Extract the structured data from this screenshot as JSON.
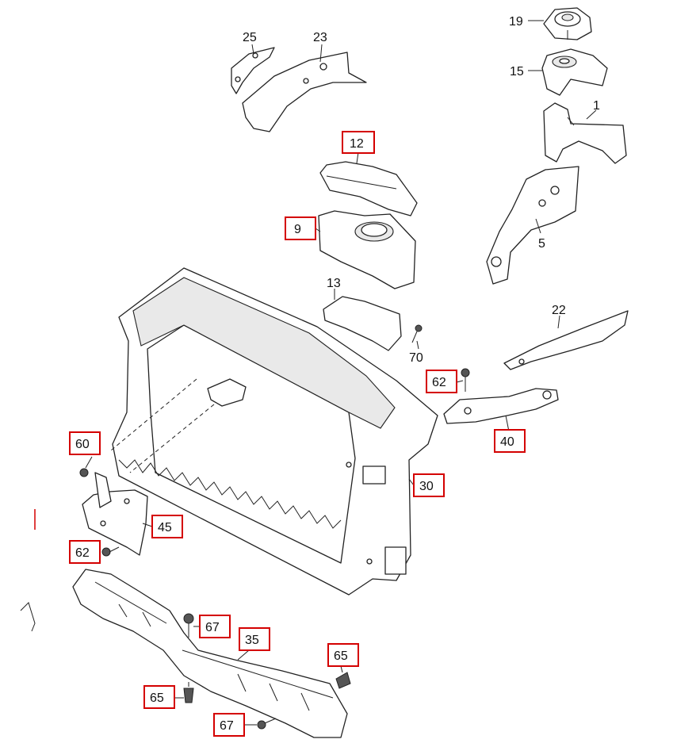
{
  "diagram": {
    "callouts": [
      {
        "id": "1",
        "label": "1",
        "boxed": false
      },
      {
        "id": "5",
        "label": "5",
        "boxed": false
      },
      {
        "id": "9",
        "label": "9",
        "boxed": true
      },
      {
        "id": "12",
        "label": "12",
        "boxed": true
      },
      {
        "id": "13",
        "label": "13",
        "boxed": false
      },
      {
        "id": "15",
        "label": "15",
        "boxed": false
      },
      {
        "id": "19",
        "label": "19",
        "boxed": false
      },
      {
        "id": "22",
        "label": "22",
        "boxed": false
      },
      {
        "id": "23",
        "label": "23",
        "boxed": false
      },
      {
        "id": "25",
        "label": "25",
        "boxed": false
      },
      {
        "id": "30",
        "label": "30",
        "boxed": true
      },
      {
        "id": "35",
        "label": "35",
        "boxed": true
      },
      {
        "id": "40",
        "label": "40",
        "boxed": true
      },
      {
        "id": "45",
        "label": "45",
        "boxed": true
      },
      {
        "id": "60",
        "label": "60",
        "boxed": true
      },
      {
        "id": "62a",
        "label": "62",
        "boxed": true
      },
      {
        "id": "62b",
        "label": "62",
        "boxed": true
      },
      {
        "id": "65a",
        "label": "65",
        "boxed": true
      },
      {
        "id": "65b",
        "label": "65",
        "boxed": true
      },
      {
        "id": "67a",
        "label": "67",
        "boxed": true
      },
      {
        "id": "67b",
        "label": "67",
        "boxed": true
      },
      {
        "id": "70",
        "label": "70",
        "boxed": false
      }
    ],
    "highlight_color": "#d40000",
    "line_color": "#222222"
  }
}
